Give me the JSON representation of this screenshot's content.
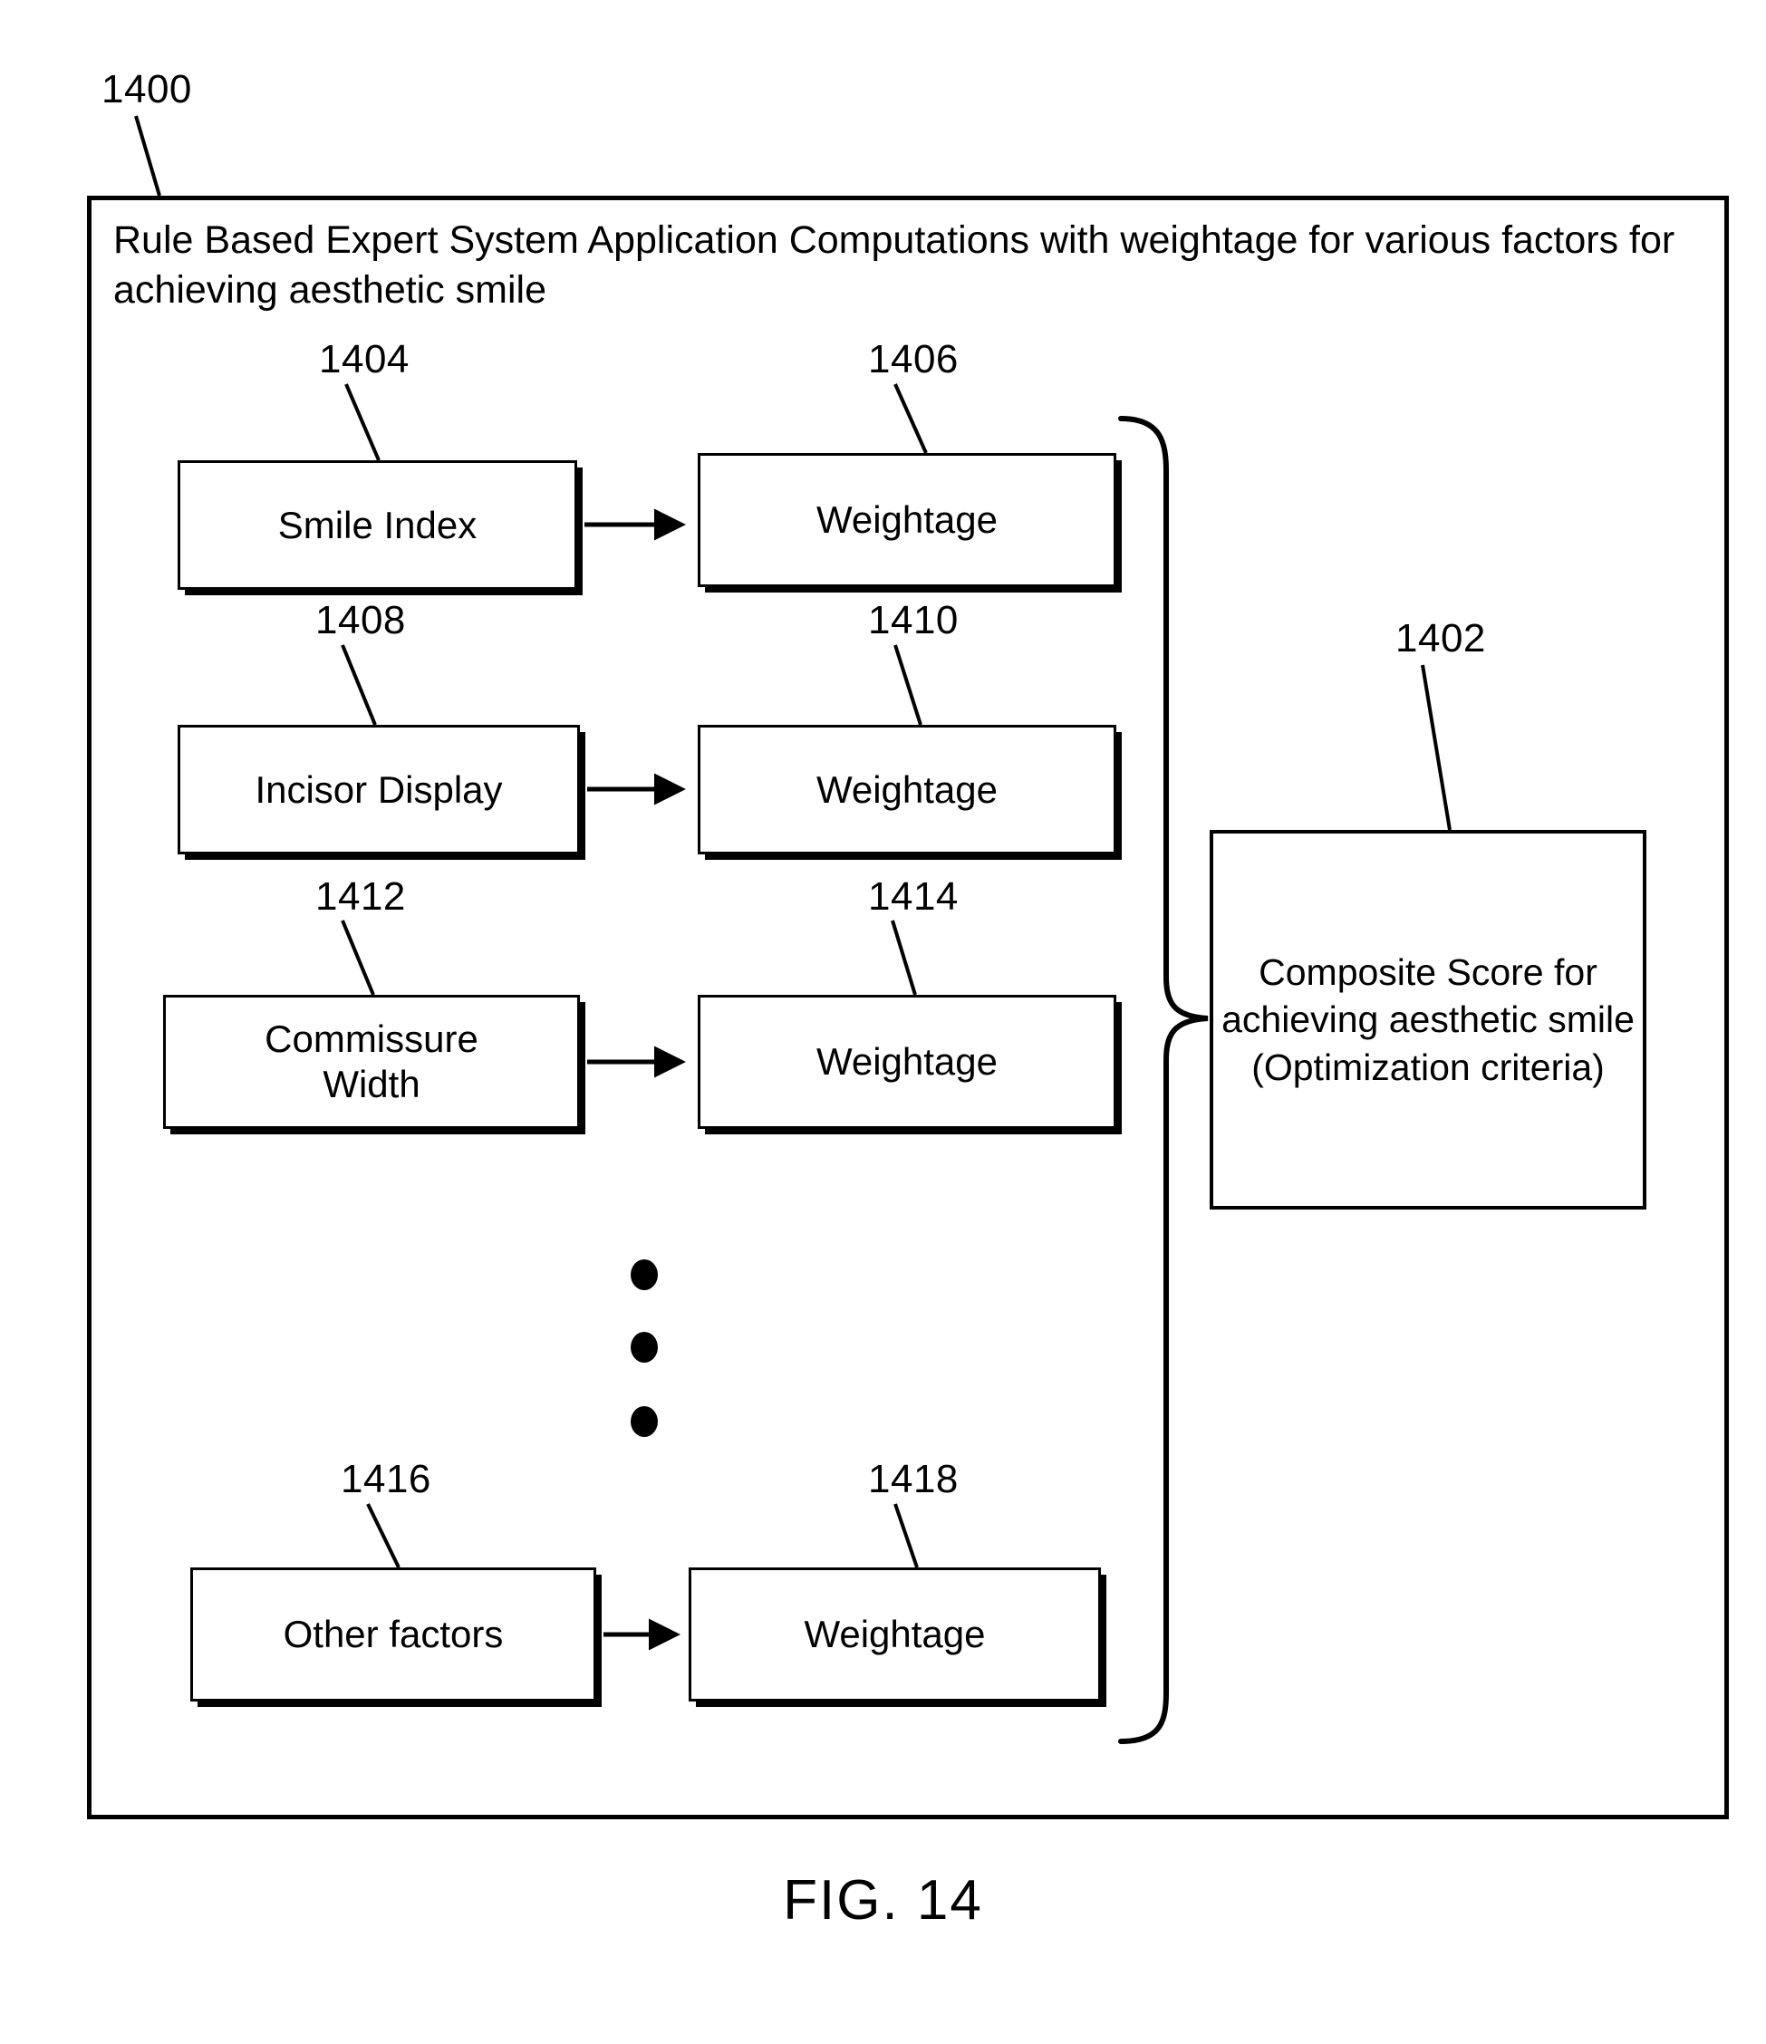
{
  "figure": {
    "caption": "FIG. 14",
    "system_ref": "1400",
    "frame_title": "Rule Based Expert System Application Computations with weightage for various factors for achieving aesthetic smile"
  },
  "factor_rows": [
    {
      "factor_ref": "1404",
      "factor_label": "Smile Index",
      "weight_ref": "1406",
      "weight_label": "Weightage"
    },
    {
      "factor_ref": "1408",
      "factor_label": "Incisor Display",
      "weight_ref": "1410",
      "weight_label": "Weightage"
    },
    {
      "factor_ref": "1412",
      "factor_label": "Commissure\nWidth",
      "weight_ref": "1414",
      "weight_label": "Weightage"
    },
    {
      "factor_ref": "1416",
      "factor_label": "Other factors",
      "weight_ref": "1418",
      "weight_label": "Weightage"
    }
  ],
  "composite": {
    "ref": "1402",
    "label": "Composite Score for achieving aesthetic smile (Optimization criteria)"
  },
  "ellipsis": {
    "name": "vertical-ellipsis",
    "dot_count": 3
  },
  "colors": {
    "ink": "#000000",
    "paper": "#ffffff"
  }
}
